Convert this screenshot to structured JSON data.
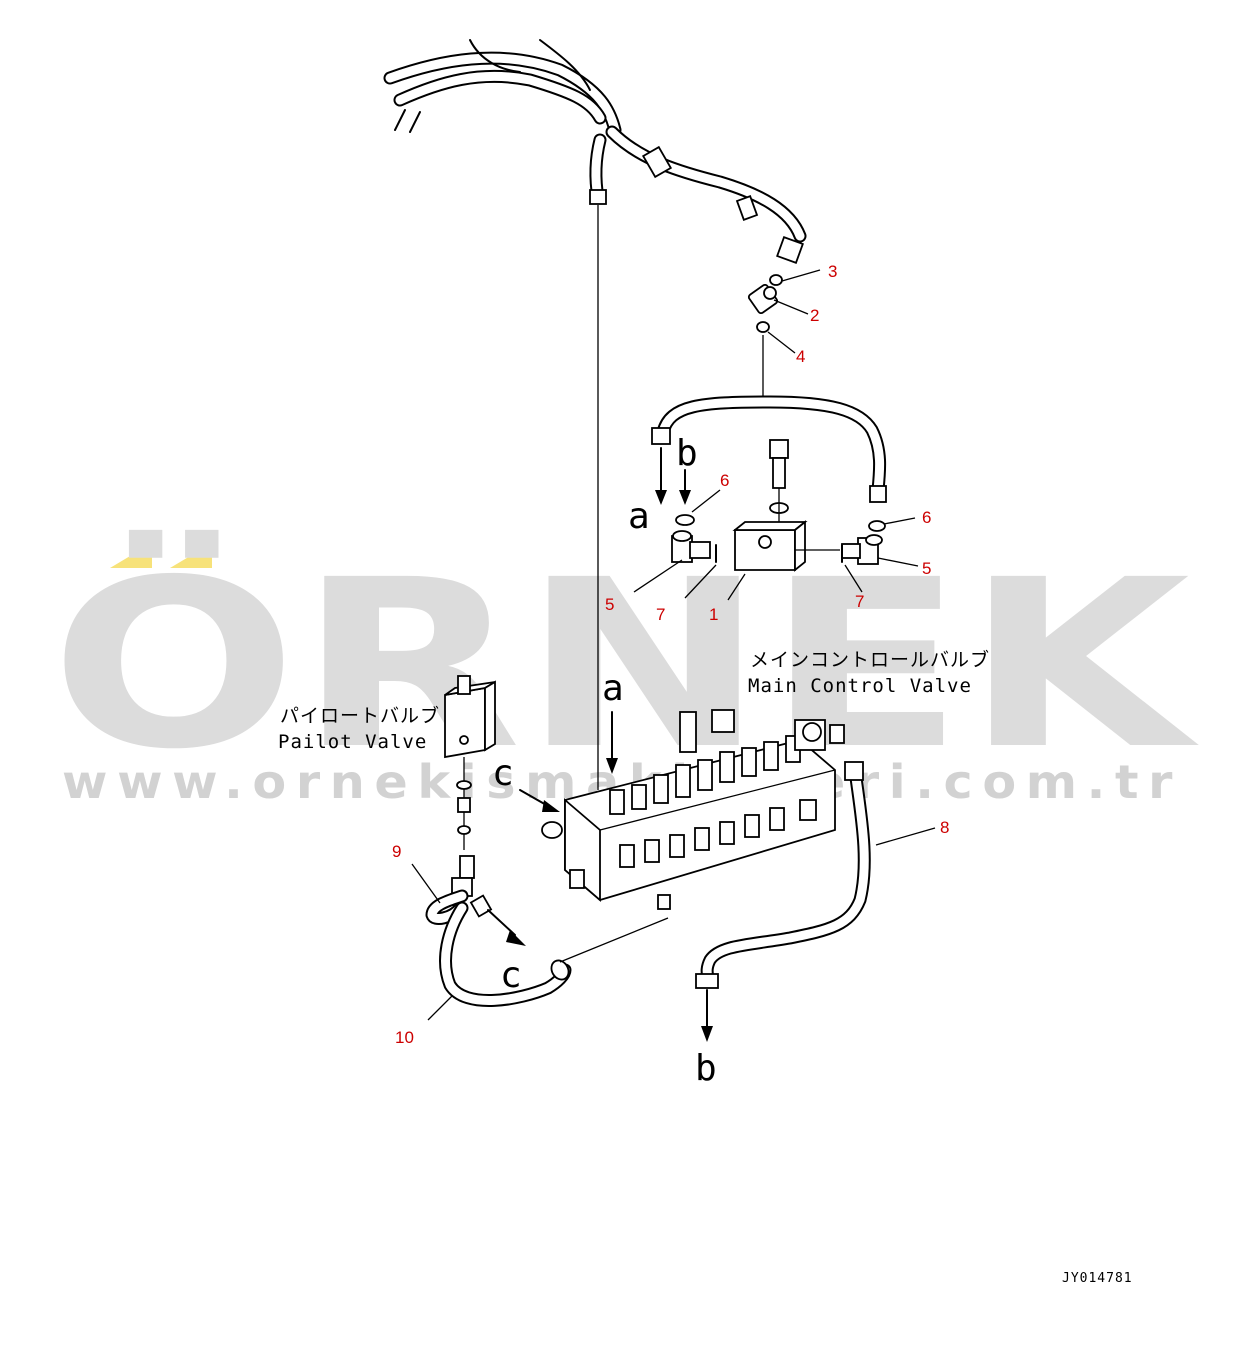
{
  "watermark": {
    "brand": "ÖRNEK",
    "url": "www.ornekismakineleri.com.tr",
    "accent_color": "#f7e27a",
    "text_color": "#dcdcdc"
  },
  "labels": {
    "main_valve_jp": "メインコントロールバルブ",
    "main_valve_en": "Main Control Valve",
    "pilot_valve_jp": "パイロートバルブ",
    "pilot_valve_en": "Pailot Valve",
    "drawing_code": "JY014781"
  },
  "connection_letters": {
    "a1": "a",
    "b1": "b",
    "a2": "a",
    "c1": "c",
    "c2": "c",
    "b2": "b"
  },
  "callouts": {
    "c1": "1",
    "c2": "2",
    "c3": "3",
    "c4": "4",
    "c5a": "5",
    "c5b": "5",
    "c6a": "6",
    "c6b": "6",
    "c7a": "7",
    "c7b": "7",
    "c8": "8",
    "c9": "9",
    "c10": "10",
    "color": "#cc0000"
  }
}
